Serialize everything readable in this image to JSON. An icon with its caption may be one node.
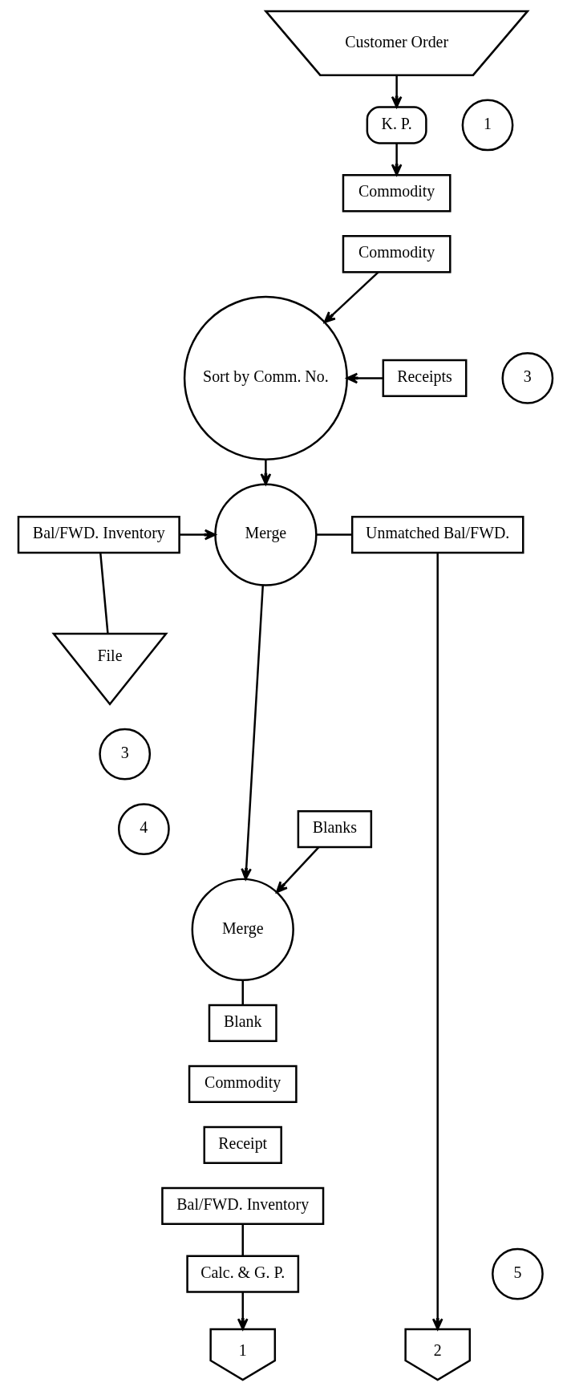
{
  "diagram": {
    "nodes": [
      {
        "text": [
          "Customer Order"
        ]
      },
      {
        "text": [
          "K. P."
        ]
      },
      {
        "text": [
          "1"
        ]
      },
      {
        "text": [
          "Commodity"
        ]
      },
      {
        "text": [
          "Commodity"
        ]
      },
      {
        "text": [
          "3"
        ]
      },
      {
        "text": [
          "Sort by Comm. No."
        ]
      },
      {
        "text": [
          "Receipts"
        ]
      },
      {
        "text": [
          "Unmatched Bal/FWD."
        ]
      },
      {
        "text": [
          "Merge"
        ]
      },
      {
        "text": [
          "Bal/FWD. Inventory"
        ]
      },
      {
        "text": [
          "File"
        ]
      },
      {
        "text": [
          "3"
        ]
      },
      {
        "text": [
          "4"
        ]
      },
      {
        "text": [
          "Merge"
        ]
      },
      {
        "text": [
          "Blanks"
        ]
      },
      {
        "text": [
          "Blank"
        ]
      },
      {
        "text": [
          "Commodity"
        ]
      },
      {
        "text": [
          "Receipt"
        ]
      },
      {
        "text": [
          "Bal/FWD. Inventory"
        ]
      },
      {
        "text": [
          "Calc. & G. P."
        ]
      },
      {
        "text": [
          "5"
        ]
      },
      {
        "text": [
          "2"
        ]
      },
      {
        "text": [
          "1"
        ]
      }
    ],
    "edges": [
      {
        "from": 0,
        "to": 1,
        "arrow": "to"
      },
      {
        "from": 1,
        "to": 3,
        "arrow": "to"
      },
      {
        "from": 4,
        "to": 6,
        "arrow": "to"
      },
      {
        "from": 7,
        "to": 6,
        "arrow": "to"
      },
      {
        "from": 6,
        "to": 9,
        "arrow": "to"
      },
      {
        "from": 10,
        "to": 9,
        "arrow": "to"
      },
      {
        "from": 9,
        "to": 8,
        "arrow": "none"
      },
      {
        "from": 10,
        "to": 11,
        "arrow": "none"
      },
      {
        "from": 9,
        "to": 14,
        "arrow": "to"
      },
      {
        "from": 15,
        "to": 14,
        "arrow": "to"
      },
      {
        "from": 14,
        "to": 16,
        "arrow": "none"
      },
      {
        "from": 19,
        "to": 20,
        "arrow": "none"
      },
      {
        "from": 20,
        "to": 23,
        "arrow": "to"
      },
      {
        "from": 8,
        "to": 22,
        "arrow": "to"
      }
    ]
  }
}
